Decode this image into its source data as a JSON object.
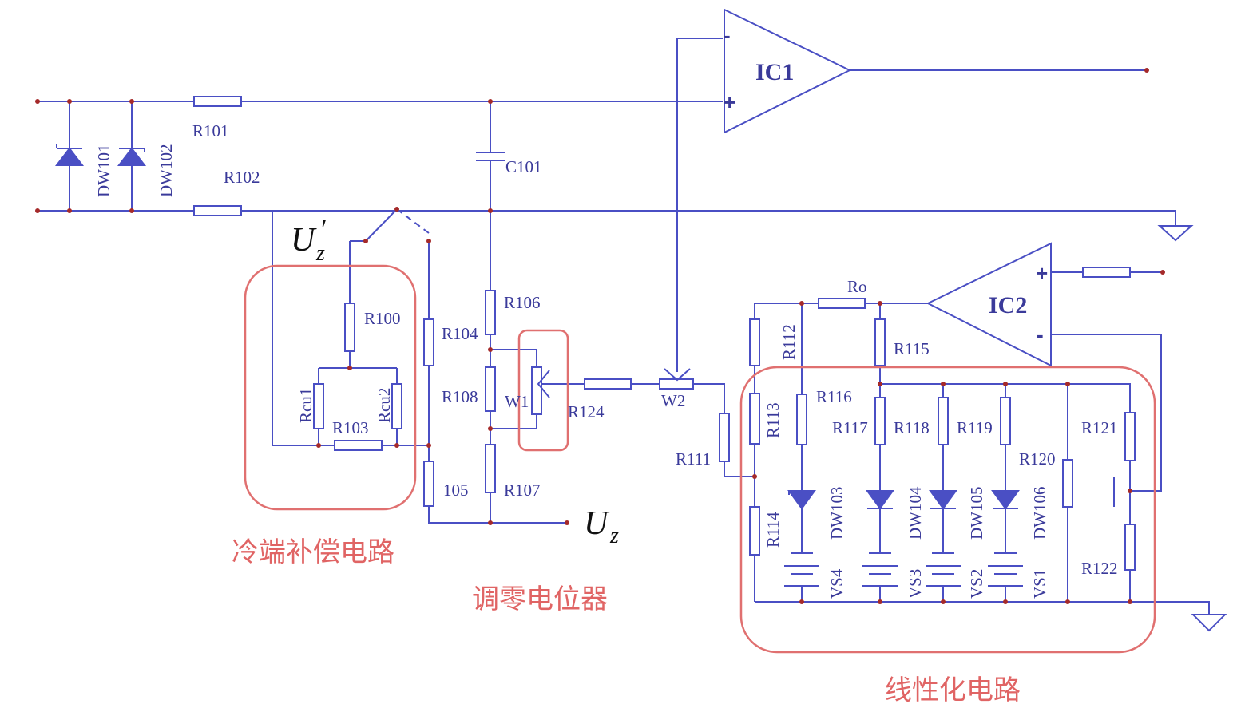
{
  "amplifiers": {
    "ic1": {
      "name": "IC1",
      "minus": "-",
      "plus": "+"
    },
    "ic2": {
      "name": "IC2",
      "minus": "-",
      "plus": "+"
    }
  },
  "components": {
    "r101": "R101",
    "r102": "R102",
    "dw101": "DW101",
    "dw102": "DW102",
    "c101": "C101",
    "r100": "R100",
    "rcu1": "Rcu1",
    "rcu2": "Rcu2",
    "r103": "R103",
    "r104": "R104",
    "r105": "105",
    "r106": "R106",
    "r108": "R108",
    "r107": "R107",
    "w1": "W1",
    "r124": "R124",
    "w2": "W2",
    "r111": "R111",
    "ro": "Ro",
    "r112": "R112",
    "r113": "R113",
    "r114": "R114",
    "r115": "R115",
    "r116": "R116",
    "r117": "R117",
    "r118": "R118",
    "r119": "R119",
    "r120": "R120",
    "r121": "R121",
    "r122": "R122",
    "dw103": "DW103",
    "dw104": "DW104",
    "dw105": "DW105",
    "dw106": "DW106",
    "vs1": "VS1",
    "vs2": "VS2",
    "vs3": "VS3",
    "vs4": "VS4"
  },
  "signals": {
    "uz_prime": "U",
    "uz_prime_sub": "z",
    "uz_prime_mark": "′",
    "uz": "U",
    "uz_sub": "z"
  },
  "regions": {
    "cold_junction": "冷端补偿电路",
    "zero_pot": "调零电位器",
    "linearization": "线性化电路"
  },
  "colors": {
    "wire": "#4a4fc4",
    "node": "#a52a2a",
    "highlight": "#e07070"
  }
}
